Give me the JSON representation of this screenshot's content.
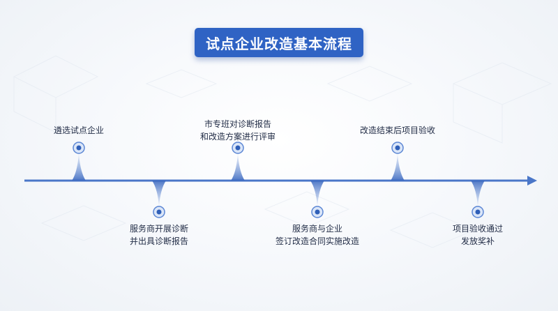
{
  "title": "试点企业改造基本流程",
  "colors": {
    "title_bg": "#2f63c4",
    "line": "#4a76c8",
    "node_outer": "#dbe6f8",
    "node_ring": "#5b86d4",
    "node_center": "#2f5fb8"
  },
  "steps": [
    {
      "lines": [
        "遴选试点企业"
      ],
      "side": "top"
    },
    {
      "lines": [
        "服务商开展诊断",
        "并出具诊断报告"
      ],
      "side": "bottom"
    },
    {
      "lines": [
        "市专班对诊断报告",
        "和改造方案进行评审"
      ],
      "side": "top"
    },
    {
      "lines": [
        "服务商与企业",
        "签订改造合同实施改造"
      ],
      "side": "bottom"
    },
    {
      "lines": [
        "改造结束后项目验收"
      ],
      "side": "top"
    },
    {
      "lines": [
        "项目验收通过",
        "发放奖补"
      ],
      "side": "bottom"
    }
  ]
}
